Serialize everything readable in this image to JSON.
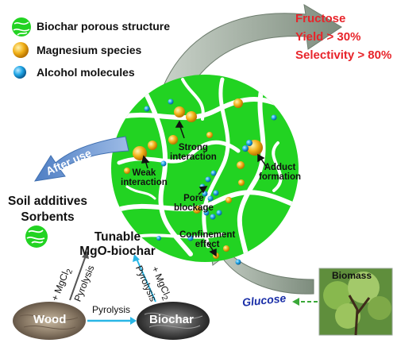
{
  "legend": {
    "items": [
      {
        "label": "Biochar porous structure",
        "icon": "biochar-icon",
        "color": "#22d322"
      },
      {
        "label": "Magnesium species",
        "icon": "magnesium-sphere-icon",
        "color": "#f2b21a"
      },
      {
        "label": "Alcohol molecules",
        "icon": "alcohol-sphere-icon",
        "color": "#1fa6e6"
      }
    ]
  },
  "results": {
    "product": "Fructose",
    "yield": "Yield > 30%",
    "selectivity": "Selectivity > 80%",
    "color": "#e8242a"
  },
  "mechanisms": {
    "strong": [
      "Strong",
      "interaction"
    ],
    "weak": [
      "Weak",
      "interaction"
    ],
    "adduct": [
      "Adduct",
      "formation"
    ],
    "pore": [
      "Pore",
      "blockage"
    ],
    "confinement": [
      "Confinement",
      "effect"
    ]
  },
  "after_use": {
    "arrow_label": "After use",
    "uses": [
      "Soil additives",
      "Sorbents"
    ]
  },
  "catalyst": {
    "name": [
      "Tunable",
      "MgO-biochar"
    ]
  },
  "process": {
    "wood": "Wood",
    "biochar": "Biochar",
    "pyrolysis": "Pyrolysis",
    "mgcl2_prefix": "+ MgCl",
    "mgcl2_sub": "2",
    "biomass": "Biomass",
    "glucose": "Glucose"
  },
  "colors": {
    "biochar_green": "#22d322",
    "pore_white": "#ffffff",
    "mg_orange": "#f2b21a",
    "alcohol_blue": "#1fa6e6",
    "arrow_gray": "#8c9a8c",
    "arrow_blue": "#6f9ad6",
    "glucose_blue": "#1b2fa8",
    "pyrolysis_arrow": "#29b6e6"
  }
}
